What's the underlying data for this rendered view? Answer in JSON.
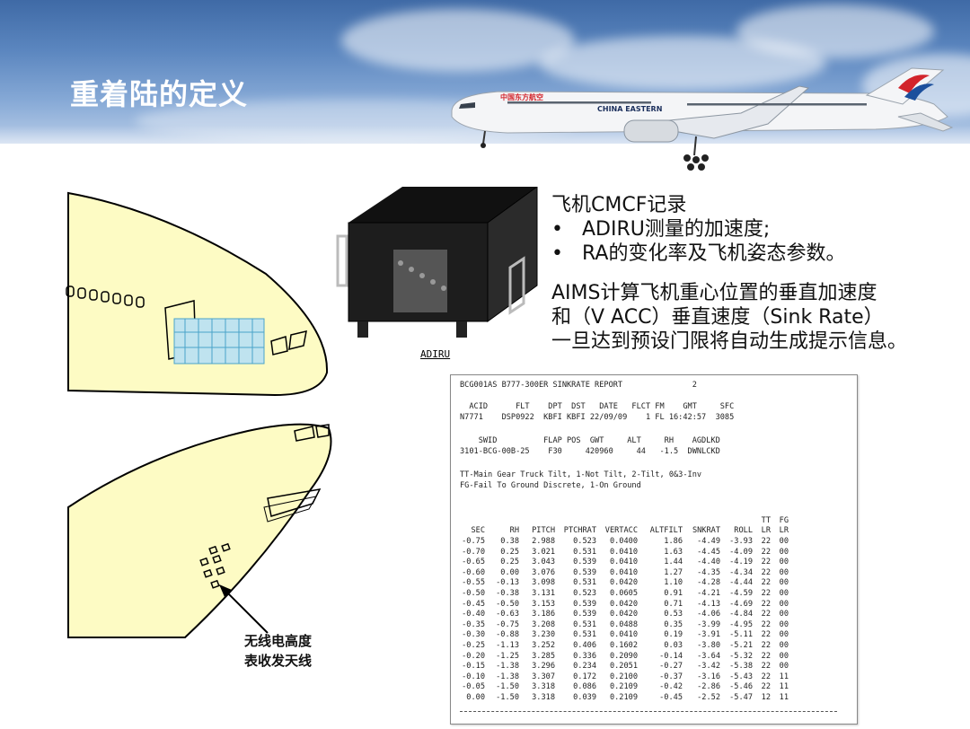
{
  "slide": {
    "title": "重着陆的定义",
    "airline_cn": "中国东方航空",
    "airline_en": "CHINA EASTERN"
  },
  "adiru_label": "ADIRU",
  "antenna_label": [
    "无线电高度",
    "表收发天线"
  ],
  "text": {
    "heading": "飞机CMCF记录",
    "bullets": [
      "ADIRU测量的加速度;",
      "RA的变化率及飞机姿态参数。"
    ],
    "paragraph": [
      "AIMS计算飞机重心位置的垂直加速度",
      "和（V ACC）垂直速度（Sink Rate）",
      "一旦达到预设门限将自动生成提示信息。"
    ]
  },
  "report": {
    "lines": [
      "BCG001AS B777-300ER SINKRATE REPORT               2",
      "  ACID      FLT    DPT  DST   DATE   FLCT FM    GMT     SFC",
      "N7771    DSP0922  KBFI KBFI 22/09/09    1 FL 16:42:57  3085",
      "    SWID          FLAP POS  GWT     ALT     RH    AGDLKD",
      "3101-BCG-00B-25    F30     420960     44   -1.5  DWNLCKD",
      "TT-Main Gear Truck Tilt, 1-Not Tilt, 2-Tilt, 0&3-Inv",
      "FG-Fail To Ground Discrete, 1-On Ground"
    ],
    "header_top": [
      "",
      "",
      "",
      "",
      "",
      "",
      "",
      "",
      "TT",
      "FG"
    ],
    "columns": [
      "SEC",
      "RH",
      "PITCH",
      "PTCHRAT",
      "VERTACC",
      "ALTFILT",
      "SNKRAT",
      "ROLL",
      "LR",
      "LR"
    ],
    "rows": [
      [
        "-0.75",
        "0.38",
        "2.988",
        "0.523",
        "0.0400",
        "1.86",
        "-4.49",
        "-3.93",
        "22",
        "00"
      ],
      [
        "-0.70",
        "0.25",
        "3.021",
        "0.531",
        "0.0410",
        "1.63",
        "-4.45",
        "-4.09",
        "22",
        "00"
      ],
      [
        "-0.65",
        "0.25",
        "3.043",
        "0.539",
        "0.0410",
        "1.44",
        "-4.40",
        "-4.19",
        "22",
        "00"
      ],
      [
        "-0.60",
        "0.00",
        "3.076",
        "0.539",
        "0.0410",
        "1.27",
        "-4.35",
        "-4.34",
        "22",
        "00"
      ],
      [
        "-0.55",
        "-0.13",
        "3.098",
        "0.531",
        "0.0420",
        "1.10",
        "-4.28",
        "-4.44",
        "22",
        "00"
      ],
      [
        "-0.50",
        "-0.38",
        "3.131",
        "0.523",
        "0.0605",
        "0.91",
        "-4.21",
        "-4.59",
        "22",
        "00"
      ],
      [
        "-0.45",
        "-0.50",
        "3.153",
        "0.539",
        "0.0420",
        "0.71",
        "-4.13",
        "-4.69",
        "22",
        "00"
      ],
      [
        "-0.40",
        "-0.63",
        "3.186",
        "0.539",
        "0.0420",
        "0.53",
        "-4.06",
        "-4.84",
        "22",
        "00"
      ],
      [
        "-0.35",
        "-0.75",
        "3.208",
        "0.531",
        "0.0488",
        "0.35",
        "-3.99",
        "-4.95",
        "22",
        "00"
      ],
      [
        "-0.30",
        "-0.88",
        "3.230",
        "0.531",
        "0.0410",
        "0.19",
        "-3.91",
        "-5.11",
        "22",
        "00"
      ],
      [
        "-0.25",
        "-1.13",
        "3.252",
        "0.406",
        "0.1602",
        "0.03",
        "-3.80",
        "-5.21",
        "22",
        "00"
      ],
      [
        "-0.20",
        "-1.25",
        "3.285",
        "0.336",
        "0.2090",
        "-0.14",
        "-3.64",
        "-5.32",
        "22",
        "00"
      ],
      [
        "-0.15",
        "-1.38",
        "3.296",
        "0.234",
        "0.2051",
        "-0.27",
        "-3.42",
        "-5.38",
        "22",
        "00"
      ],
      [
        "-0.10",
        "-1.38",
        "3.307",
        "0.172",
        "0.2100",
        "-0.37",
        "-3.16",
        "-5.43",
        "22",
        "11"
      ],
      [
        "-0.05",
        "-1.50",
        "3.318",
        "0.086",
        "0.2109",
        "-0.42",
        "-2.86",
        "-5.46",
        "22",
        "11"
      ],
      [
        "0.00",
        "-1.50",
        "3.318",
        "0.039",
        "0.2109",
        "-0.45",
        "-2.52",
        "-5.47",
        "12",
        "11"
      ]
    ]
  },
  "colors": {
    "sky": "#5b86bf",
    "fuselage_fill": "#fdfbc4",
    "airline_red": "#d2242b",
    "airline_blue": "#1b4f9c"
  }
}
